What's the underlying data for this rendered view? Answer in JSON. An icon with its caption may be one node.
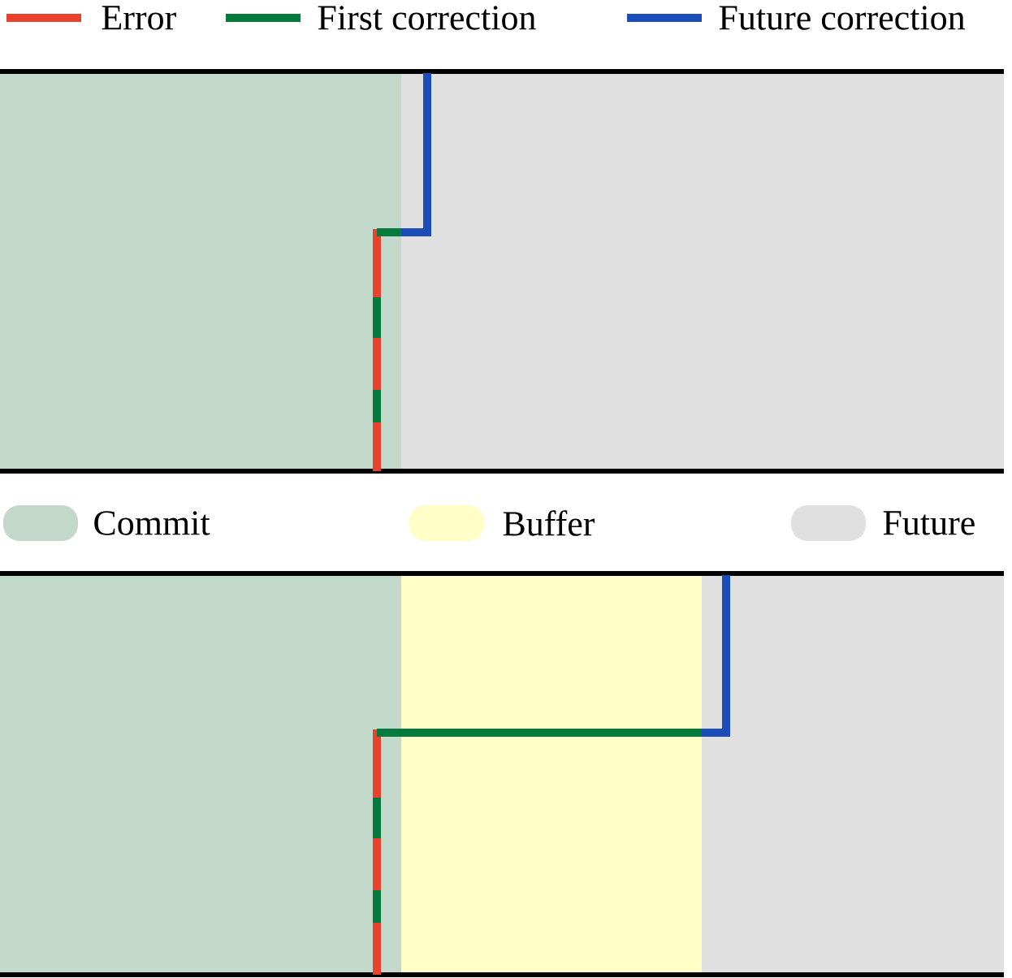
{
  "diagram": {
    "legend": [
      {
        "text": "Error"
      },
      {
        "text": "First correction"
      },
      {
        "text": "Future correction"
      },
      {
        "text": "Commit",
        "color": "#c2d8cb"
      },
      {
        "text": "Buffer",
        "color": "#fefec6"
      },
      {
        "text": "Future",
        "color": "#e0e0e0"
      }
    ]
  }
}
